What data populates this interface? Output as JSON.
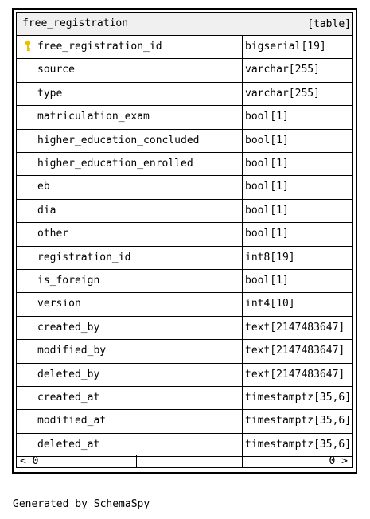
{
  "table": {
    "name": "free_registration",
    "kind": "[table]",
    "columns": [
      {
        "name": "free_registration_id",
        "type": "bigserial[19]",
        "primary_key": true
      },
      {
        "name": "source",
        "type": "varchar[255]"
      },
      {
        "name": "type",
        "type": "varchar[255]"
      },
      {
        "name": "matriculation_exam",
        "type": "bool[1]"
      },
      {
        "name": "higher_education_concluded",
        "type": "bool[1]"
      },
      {
        "name": "higher_education_enrolled",
        "type": "bool[1]"
      },
      {
        "name": "eb",
        "type": "bool[1]"
      },
      {
        "name": "dia",
        "type": "bool[1]"
      },
      {
        "name": "other",
        "type": "bool[1]"
      },
      {
        "name": "registration_id",
        "type": "int8[19]"
      },
      {
        "name": "is_foreign",
        "type": "bool[1]"
      },
      {
        "name": "version",
        "type": "int4[10]"
      },
      {
        "name": "created_by",
        "type": "text[2147483647]"
      },
      {
        "name": "modified_by",
        "type": "text[2147483647]"
      },
      {
        "name": "deleted_by",
        "type": "text[2147483647]"
      },
      {
        "name": "created_at",
        "type": "timestamptz[35,6]"
      },
      {
        "name": "modified_at",
        "type": "timestamptz[35,6]"
      },
      {
        "name": "deleted_at",
        "type": "timestamptz[35,6]"
      }
    ],
    "footer": {
      "left": "< 0",
      "right": "0 >"
    }
  },
  "generated_by": "Generated by SchemaSpy",
  "colors": {
    "header_bg": "#f0f0f0",
    "key_icon": "#e8c200"
  },
  "icons": {
    "primary_key": "key-icon"
  }
}
